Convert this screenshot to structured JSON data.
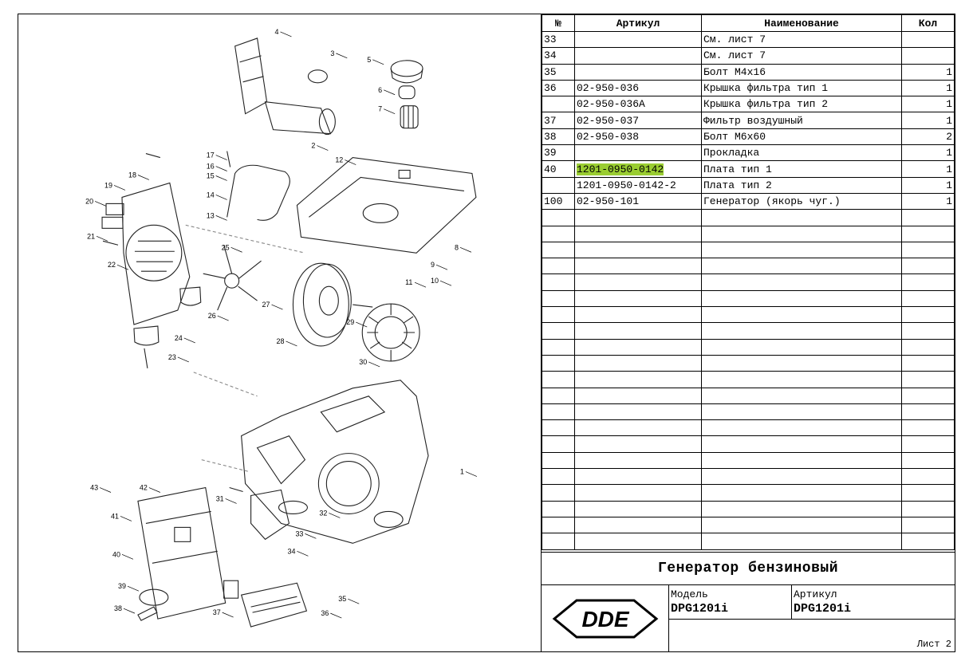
{
  "table": {
    "headers": {
      "no": "№",
      "article": "Артикул",
      "name": "Наименование",
      "qty": "Кол"
    },
    "rows": [
      {
        "no": "33",
        "article": "",
        "name": "См. лист 7",
        "qty": ""
      },
      {
        "no": "34",
        "article": "",
        "name": "См. лист 7",
        "qty": ""
      },
      {
        "no": "35",
        "article": "",
        "name": "Болт М4х16",
        "qty": "1"
      },
      {
        "no": "36",
        "article": "02-950-036",
        "name": "Крышка фильтра тип 1",
        "qty": "1"
      },
      {
        "no": "",
        "article": "02-950-036A",
        "name": "Крышка фильтра тип 2",
        "qty": "1"
      },
      {
        "no": "37",
        "article": "02-950-037",
        "name": "Фильтр воздушный",
        "qty": "1"
      },
      {
        "no": "38",
        "article": "02-950-038",
        "name": "Болт М6х60",
        "qty": "2"
      },
      {
        "no": "39",
        "article": "",
        "name": "Прокладка",
        "qty": "1"
      },
      {
        "no": "40",
        "article": "1201-0950-0142",
        "name": "Плата тип 1",
        "qty": "1",
        "highlight": true
      },
      {
        "no": "",
        "article": "1201-0950-0142-2",
        "name": "Плата тип 2",
        "qty": "1"
      },
      {
        "no": "100",
        "article": "02-950-101",
        "name": "Генератор (якорь чуг.)",
        "qty": "1"
      }
    ],
    "empty_rows": 21,
    "highlight_color": "#9acd32"
  },
  "title_block": {
    "title": "Генератор бензиновый",
    "logo_text": "DDE",
    "model_label": "Модель",
    "model_value": "DPG1201i",
    "article_label": "Артикул",
    "article_value": "DPG1201i",
    "sheet": "Лист 2"
  },
  "drawing": {
    "callouts": [
      "1",
      "2",
      "3",
      "4",
      "5",
      "6",
      "7",
      "8",
      "9",
      "10",
      "11",
      "12",
      "13",
      "14",
      "15",
      "16",
      "17",
      "18",
      "19",
      "20",
      "21",
      "22",
      "23",
      "24",
      "25",
      "26",
      "27",
      "28",
      "29",
      "30",
      "31",
      "32",
      "33",
      "34",
      "35",
      "36",
      "37",
      "38",
      "39",
      "40",
      "41",
      "42",
      "43"
    ]
  }
}
